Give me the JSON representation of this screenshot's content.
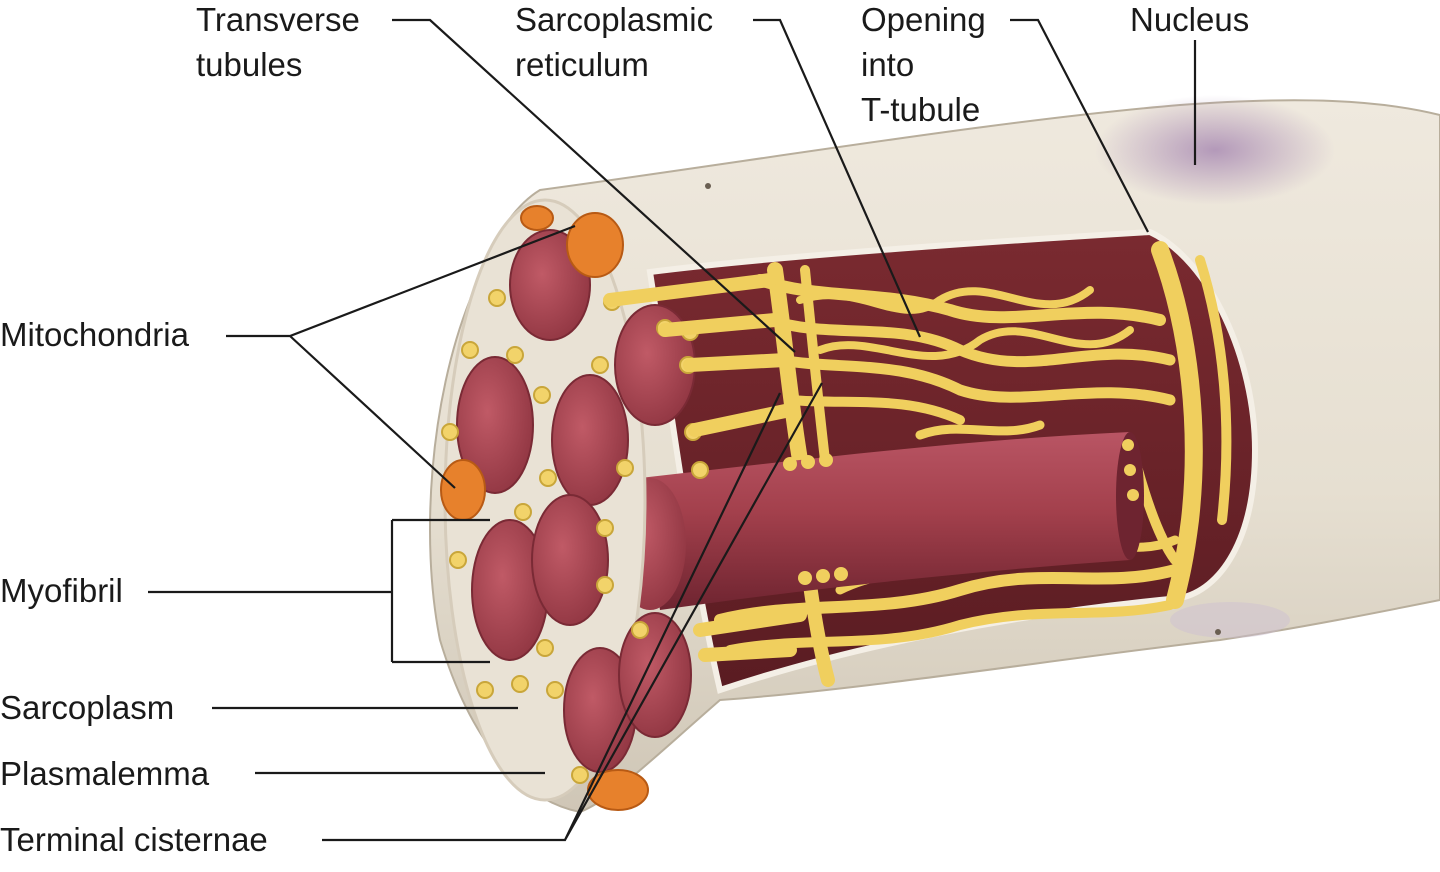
{
  "labels": {
    "transverse_tubules": "Transverse\ntubules",
    "sarcoplasmic_reticulum": "Sarcoplasmic\nreticulum",
    "opening_into_t_tubule": "Opening\ninto\nT-tubule",
    "nucleus": "Nucleus",
    "mitochondria": "Mitochondria",
    "myofibril": "Myofibril",
    "sarcoplasm": "Sarcoplasm",
    "plasmalemma": "Plasmalemma",
    "terminal_cisternae": "Terminal cisternae"
  },
  "colors": {
    "membrane": "#e8e2d6",
    "myofibril": "#a8424e",
    "sarcoplasmic_reticulum": "#f2d36a",
    "mitochondria": "#e7812c",
    "nucleus": "#b49abc",
    "leader_line": "#1a1a1a"
  }
}
